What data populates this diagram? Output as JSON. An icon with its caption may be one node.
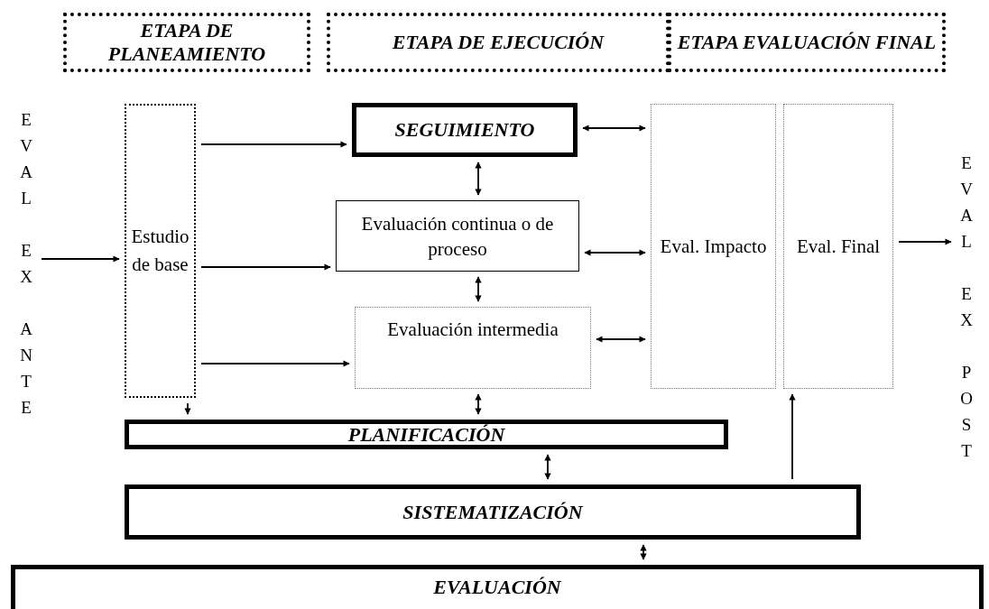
{
  "diagram": {
    "nodes": [
      {
        "text": [
          "ETAPA DE PLANEAMIENTO"
        ]
      },
      {
        "text": [
          "ETAPA DE EJECUCIÓN"
        ]
      },
      {
        "text": [
          "ETAPA EVALUACIÓN FINAL"
        ]
      },
      {
        "text": [
          "EVAL EX ANTE"
        ]
      },
      {
        "text": [
          "Estudio de base"
        ]
      },
      {
        "text": [
          "SEGUIMIENTO"
        ]
      },
      {
        "text": [
          "Evaluación continua o de proceso"
        ]
      },
      {
        "text": [
          "Evaluación intermedia"
        ]
      },
      {
        "text": [
          "Eval. Impacto"
        ]
      },
      {
        "text": [
          "Eval. Final"
        ]
      },
      {
        "text": [
          "EVAL EX POST"
        ]
      },
      {
        "text": [
          "PLANIFICACIÓN"
        ]
      },
      {
        "text": [
          "SISTEMATIZACIÓN"
        ]
      },
      {
        "text": [
          "EVALUACIÓN"
        ]
      }
    ],
    "edges": [
      {
        "from": 3,
        "to": 4,
        "arrow": "to"
      },
      {
        "from": 4,
        "to": 5,
        "arrow": "to"
      },
      {
        "from": 4,
        "to": 6,
        "arrow": "to"
      },
      {
        "from": 4,
        "to": 7,
        "arrow": "to"
      },
      {
        "from": 4,
        "to": 11,
        "arrow": "to"
      },
      {
        "from": 5,
        "to": 6,
        "arrow": "both"
      },
      {
        "from": 6,
        "to": 7,
        "arrow": "both"
      },
      {
        "from": 7,
        "to": 11,
        "arrow": "both"
      },
      {
        "from": 5,
        "to": 8,
        "arrow": "both"
      },
      {
        "from": 6,
        "to": 8,
        "arrow": "both"
      },
      {
        "from": 7,
        "to": 8,
        "arrow": "both"
      },
      {
        "from": 9,
        "to": 10,
        "arrow": "to"
      },
      {
        "from": 11,
        "to": 12,
        "arrow": "both"
      },
      {
        "from": 12,
        "to": 13,
        "arrow": "both"
      },
      {
        "from": 12,
        "to": 9,
        "arrow": "to"
      }
    ]
  }
}
